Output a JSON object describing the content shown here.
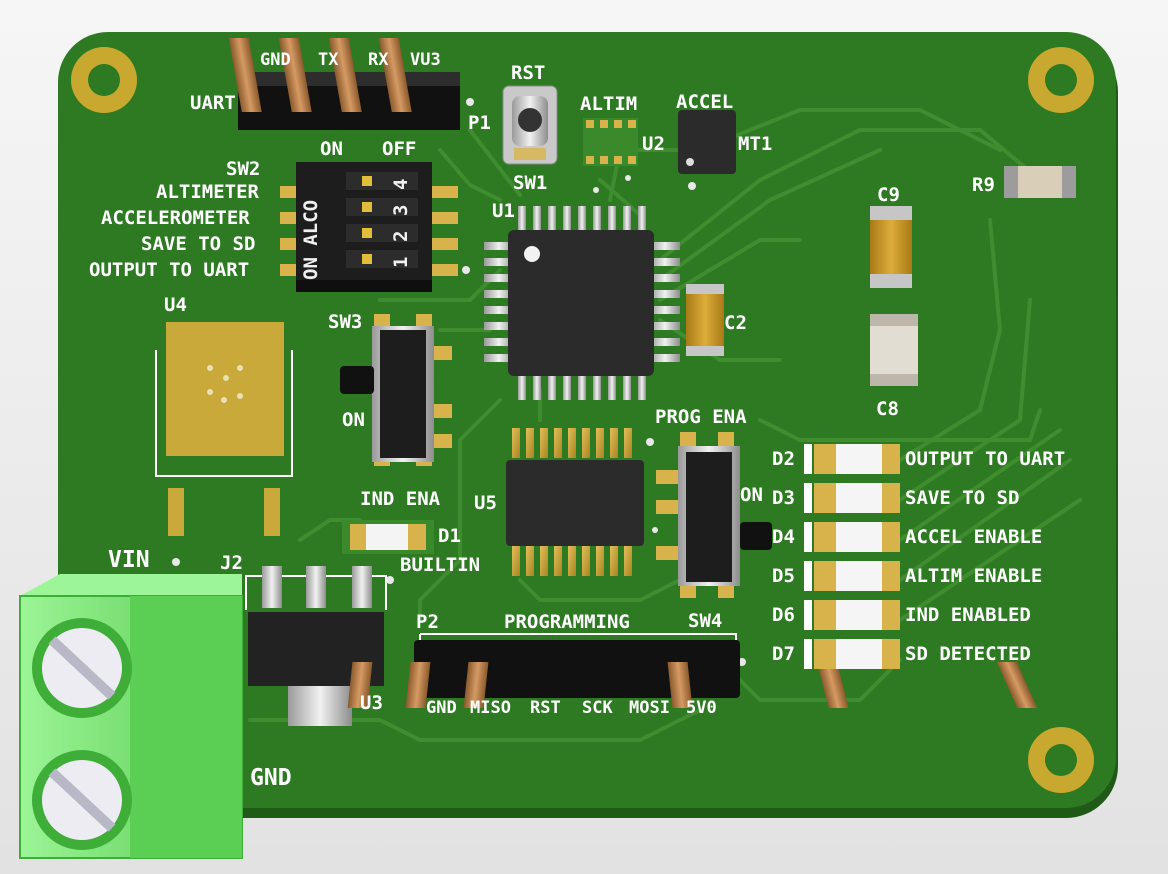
{
  "colors": {
    "pcb": "#2e7a23",
    "pcb_edge": "#1f5a16",
    "trace": "#4a9a38",
    "pad": "#c9a13a",
    "silk": "#ffffff",
    "terminal": "#6fe06a",
    "ic": "#2b2b2b"
  },
  "connectors": {
    "uart": {
      "ref": "UART",
      "pins": [
        "GND",
        "TX",
        "RX",
        "VU3"
      ],
      "name": "P1"
    },
    "programming": {
      "ref": "P2",
      "title": "PROGRAMMING",
      "pins": [
        "GND",
        "MISO",
        "RST",
        "SCK",
        "MOSI",
        "5V0"
      ]
    },
    "power": {
      "ref": "J2",
      "vin": "VIN",
      "gnd": "GND"
    }
  },
  "switches": {
    "reset": {
      "label": "RST",
      "ref": "SW1"
    },
    "dip": {
      "ref": "SW2",
      "on": "ON",
      "off": "OFF",
      "body_text": "ON ALCO",
      "numbers": [
        "4",
        "3",
        "2",
        "1"
      ],
      "options": [
        "ALTIMETER",
        "ACCELEROMETER",
        "SAVE TO SD",
        "OUTPUT TO UART"
      ]
    },
    "ind": {
      "ref": "SW3",
      "on": "ON",
      "label": "IND ENA"
    },
    "prog": {
      "ref": "SW4",
      "on": "ON",
      "label": "PROG ENA"
    }
  },
  "chips": {
    "u1": "U1",
    "u2": "U2",
    "u3": "U3",
    "u4": "U4",
    "u5": "U5",
    "altim": "ALTIM",
    "accel": "ACCEL",
    "mt1": "MT1"
  },
  "passives": {
    "c2": "C2",
    "c8": "C8",
    "c9": "C9",
    "r9": "R9"
  },
  "builtin_led": {
    "ref": "D1",
    "label": "BUILTIN"
  },
  "leds": [
    {
      "ref": "D2",
      "label": "OUTPUT TO UART"
    },
    {
      "ref": "D3",
      "label": "SAVE TO SD"
    },
    {
      "ref": "D4",
      "label": "ACCEL ENABLE"
    },
    {
      "ref": "D5",
      "label": "ALTIM ENABLE"
    },
    {
      "ref": "D6",
      "label": "IND ENABLED"
    },
    {
      "ref": "D7",
      "label": "SD DETECTED"
    }
  ]
}
